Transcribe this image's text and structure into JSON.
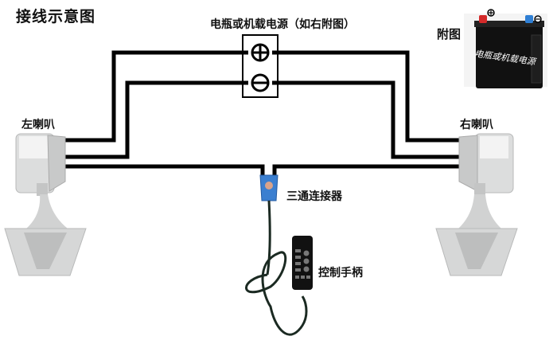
{
  "title": "接线示意图",
  "labels": {
    "power_source": "电瓶或机载电源（如右附图）",
    "appendix": "附图",
    "battery_text": "电瓶或机载电源",
    "left_speaker": "左喇叭",
    "right_speaker": "右喇叭",
    "connector": "三通连接器",
    "controller": "控制手柄"
  },
  "terminals": {
    "positive": "+",
    "negative": "−"
  },
  "colors": {
    "wire": "#000000",
    "connector": "#3b7fd0",
    "battery_body": "#111111",
    "battery_positive_cap": "#d42a2a",
    "battery_negative_cap": "#2f7fd4",
    "speaker": "#d8d9d9",
    "cable": "#1b2a22"
  }
}
